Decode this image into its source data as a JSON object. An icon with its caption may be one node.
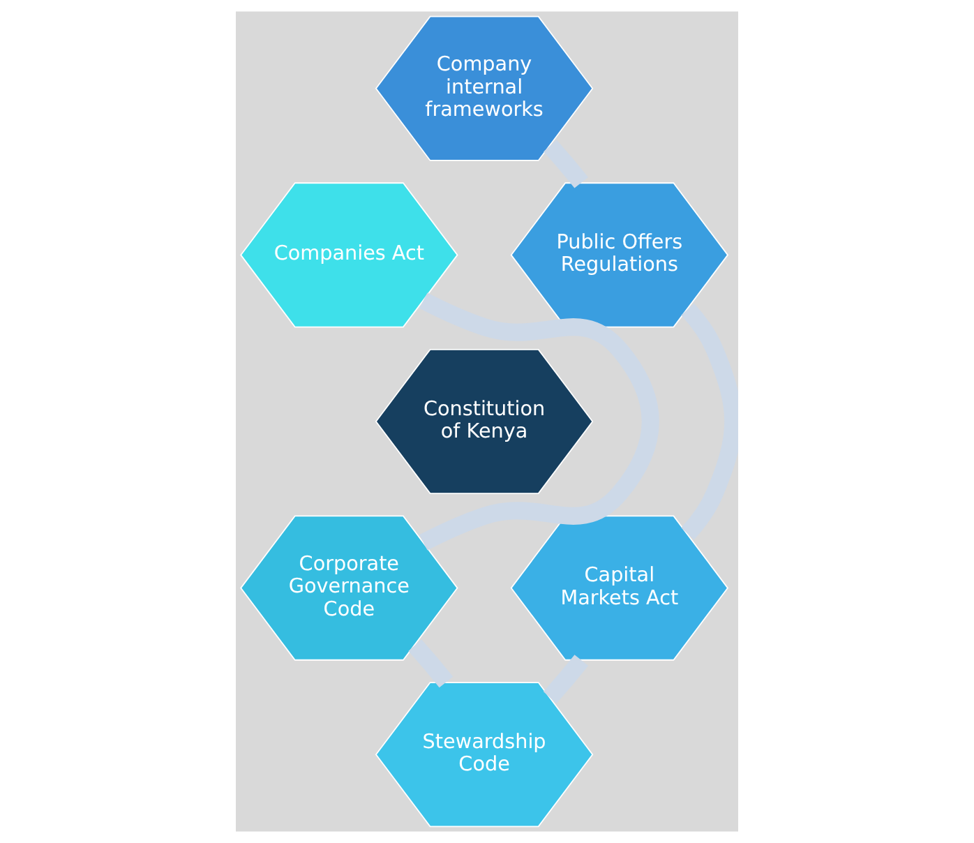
{
  "diagram": {
    "nodes": [
      {
        "text": [
          "Company internal frameworks"
        ]
      },
      {
        "text": [
          "Companies Act"
        ]
      },
      {
        "text": [
          "Public Offers Regulations"
        ]
      },
      {
        "text": [
          "Constitution of Kenya"
        ]
      },
      {
        "text": [
          "Corporate Governance Code"
        ]
      },
      {
        "text": [
          "Capital Markets Act"
        ]
      },
      {
        "text": [
          "Stewardship Code"
        ]
      }
    ],
    "edges": [
      {
        "from": 0,
        "to": 2,
        "arrow": "none"
      },
      {
        "from": 2,
        "to": 5,
        "arrow": "none"
      },
      {
        "from": 5,
        "to": 6,
        "arrow": "none"
      },
      {
        "from": 6,
        "to": 4,
        "arrow": "none"
      },
      {
        "from": 4,
        "to": 1,
        "arrow": "none"
      }
    ]
  }
}
